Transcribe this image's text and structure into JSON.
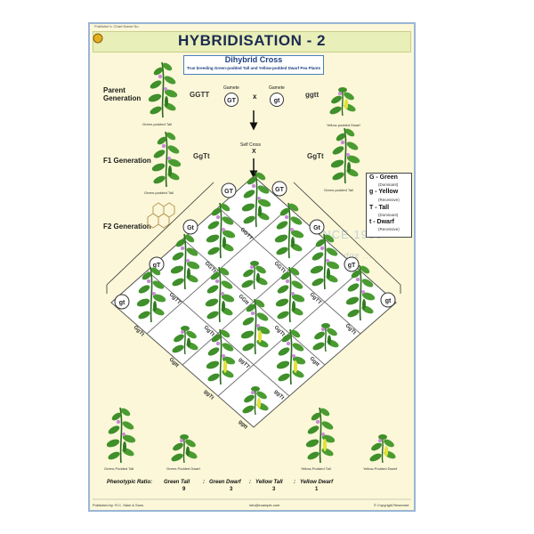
{
  "publisher": "Publisher's: Chart Name No.",
  "title": "HYBRIDISATION - 2",
  "subtitle": "Dihybrid  Cross",
  "subtitle_caption": "True breeding Green-podded Tall and Yellow-podded Dwarf Pea Plants",
  "parent": {
    "label_line1": "Parent",
    "label_line2": "Generation",
    "left_genotype": "GGTT",
    "right_genotype": "ggtt",
    "gamete_label": "Gamete",
    "gamete_left": "GT",
    "gamete_right": "gt",
    "cross_sign": "x",
    "left_plant": "Green-podded Tall",
    "right_plant": "Yellow-podded Dwarf"
  },
  "f1": {
    "label": "F1 Generation",
    "self_cross": "Self Cross",
    "cross_sign": "X",
    "left_genotype": "GgTt",
    "right_genotype": "GgTt",
    "left_plant": "Green-podded Tall",
    "right_plant": "Green-podded Tall"
  },
  "f2": {
    "label": "F2 Generation",
    "gametes_left": [
      "GT",
      "Gt",
      "gT",
      "gt"
    ],
    "gametes_right": [
      "GT",
      "Gt",
      "gT",
      "gt"
    ],
    "cells": [
      [
        "GGTT",
        "GGTt",
        "GgTT",
        "GgTt"
      ],
      [
        "GGTt",
        "GGtt",
        "GgTt",
        "Ggtt"
      ],
      [
        "GgTT",
        "GgTt",
        "ggTT",
        "ggTt"
      ],
      [
        "GgTt",
        "Ggtt",
        "ggTt",
        "ggtt"
      ]
    ]
  },
  "legend": [
    {
      "symbol": "G - Green",
      "note": "(Dominant)"
    },
    {
      "symbol": "g - Yellow",
      "note": "(Recessive)"
    },
    {
      "symbol": "T - Tall",
      "note": "(Dominant)"
    },
    {
      "symbol": "t - Dwarf",
      "note": "(Recessive)"
    }
  ],
  "bottom_plants": [
    "Green-Podded Tall",
    "Green-Podded Dwarf",
    "Yellow-Podded Tall",
    "Yellow-Podded Dwarf"
  ],
  "ratio": {
    "label": "Phenotypic Ratio:",
    "items": [
      "Green Tall",
      "Green Dwarf",
      "Yellow Tall",
      "Yellow Dwarf"
    ],
    "values": [
      "9",
      "3",
      "3",
      "1"
    ]
  },
  "watermark": "SINCE 1930",
  "watermark_sub": "Learning ... knowledge ...",
  "footer_left": "Published by: R.C. Saini & Sons",
  "footer_center": "info@example.com",
  "footer_right": "© Copyright Reserved",
  "colors": {
    "leaf": "#3f8f2a",
    "leaf_dark": "#2a6a1c",
    "pod_yellow": "#e2e23a",
    "flower": "#c98ad6",
    "frame_blue": "#9ab6d6",
    "title_text": "#1c2a50"
  }
}
